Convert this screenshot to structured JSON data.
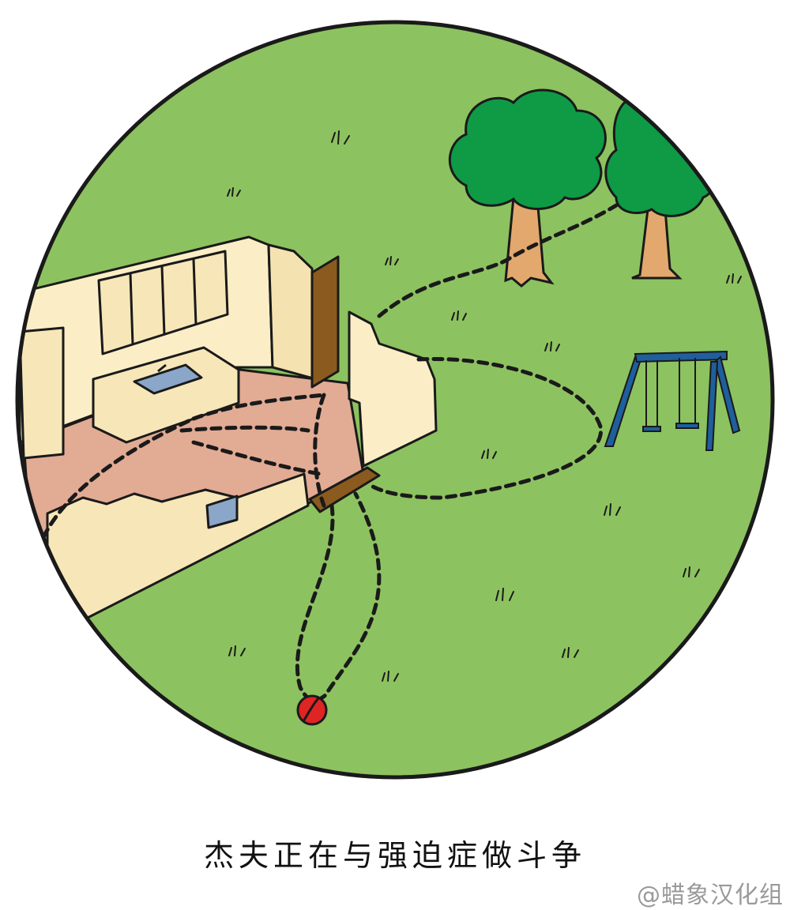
{
  "illustration": {
    "colors": {
      "grass": "#8dc260",
      "outline": "#1a1a1a",
      "tree_foliage": "#0f9a46",
      "tree_trunk": "#e3a86d",
      "wall": "#fbeec6",
      "wall_side": "#f4e2b0",
      "floor": "#e2ab94",
      "door": "#8b5a1e",
      "swing": "#1f5f9c",
      "ball": "#e02424"
    },
    "icons": [
      "tree",
      "swing-set",
      "kitchen",
      "ball",
      "door"
    ]
  },
  "caption": "杰夫正在与强迫症做斗争",
  "credit": "@蜡象汉化组"
}
